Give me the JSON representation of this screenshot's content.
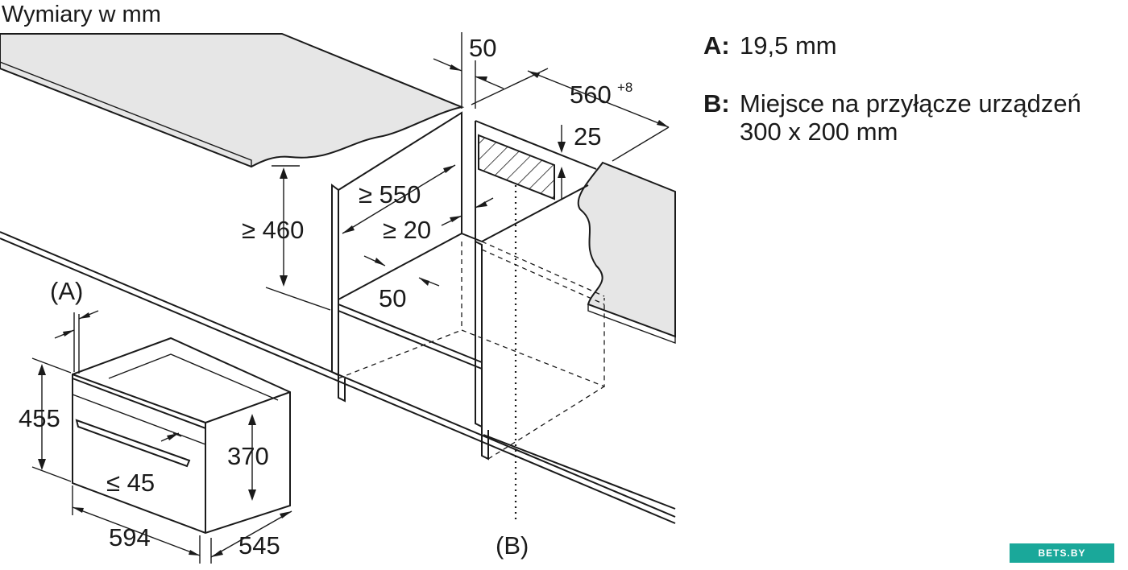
{
  "title": "Wymiary w mm",
  "legend": {
    "a_key": "A:",
    "a_text": "19,5 mm",
    "b_key": "B:",
    "b_text_line1": "Miejsce na przyłącze urządzeń",
    "b_text_line2": "300 x 200 mm"
  },
  "dimensions": {
    "top_gap": "50",
    "cabinet_width": "560",
    "cabinet_width_tol": "+8",
    "vent_height": "25",
    "depth": "≥ 550",
    "height_min": "≥ 460",
    "side_gap": "≥ 20",
    "bottom_gap": "50",
    "label_a": "(A)",
    "label_b": "(B)",
    "appliance_height": "455",
    "door_height": "370",
    "handle_depth": "≤ 45",
    "appliance_width": "594",
    "appliance_depth": "545"
  },
  "watermark": "BETS.BY"
}
